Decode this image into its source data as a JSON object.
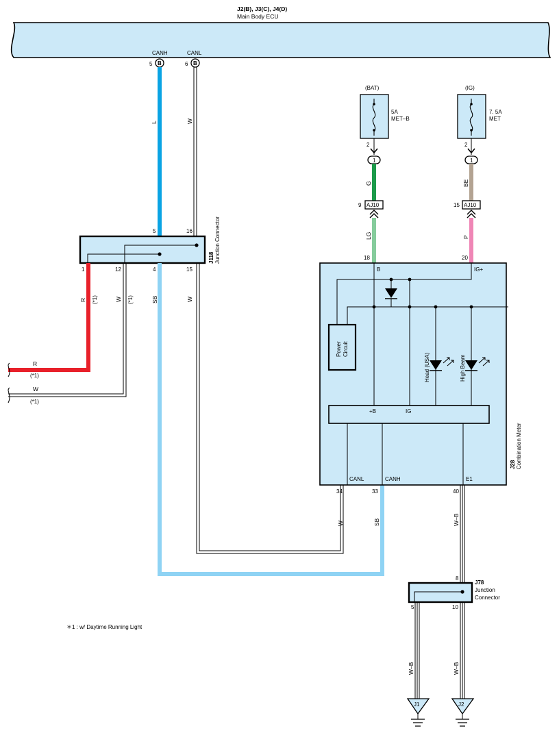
{
  "ecu": {
    "connectors": "J2(B), J3(C), J4(D)",
    "name": "Main Body ECU"
  },
  "ecu_pins": [
    {
      "pin": "5",
      "conn": "B",
      "signal": "CANH"
    },
    {
      "pin": "6",
      "conn": "B",
      "signal": "CANL"
    }
  ],
  "wires": {
    "canh_top": "L",
    "canl_top": "W",
    "g": "G",
    "be": "BE",
    "lg": "LG",
    "p": "P",
    "r": "R",
    "w1": "W",
    "sb1": "SB",
    "w2": "W",
    "r_left": "R",
    "w_left": "W",
    "w_bottom": "W",
    "sb_bottom": "SB",
    "wb_e1": "W–B",
    "wb_j1": "W–B",
    "wb_j2": "W–B"
  },
  "variant": {
    "mark": "(*1)",
    "note": "＊1 : w/ Daytime Running Light"
  },
  "fuses": [
    {
      "source": "(BAT)",
      "rating": "5A",
      "name": "MET–B",
      "pin": "2",
      "conn_pin": "1"
    },
    {
      "source": "(IG)",
      "rating": "7. 5A",
      "name": "MET",
      "pin": "2",
      "conn_pin": "1"
    }
  ],
  "aj10": [
    {
      "pin": "9",
      "name": "AJ10"
    },
    {
      "pin": "15",
      "name": "AJ10"
    }
  ],
  "j118": {
    "id": "J118",
    "name": "Junction Connector",
    "top_pins": [
      "5",
      "16"
    ],
    "bottom_pins": [
      "1",
      "12",
      "4",
      "15"
    ]
  },
  "j28": {
    "id": "J28",
    "name": "Combination Meter",
    "top_pins": [
      {
        "pin": "18",
        "label": "B"
      },
      {
        "pin": "20",
        "label": "IG+"
      }
    ],
    "bottom_pins": [
      {
        "pin": "34",
        "label": "CANL"
      },
      {
        "pin": "33",
        "label": "CANH"
      },
      {
        "pin": "40",
        "label": "E1"
      }
    ],
    "power_circuit": [
      "Power",
      "Circuit"
    ],
    "led_head": "Head (USA)",
    "led_high": "High Beam",
    "bus_b": "+B",
    "bus_ig": "IG"
  },
  "j78": {
    "id": "J78",
    "name_line1": "Junction",
    "name_line2": "Connector",
    "top_pin": "8",
    "bottom_pins": [
      "5",
      "10"
    ]
  },
  "grounds": [
    "J1",
    "J2"
  ],
  "colors": {
    "box_fill": "#cce9f8",
    "wire_L": "#0aa4e4",
    "wire_SB": "#8fd3f4",
    "wire_G": "#1c9a4a",
    "wire_LG": "#86cc9c",
    "wire_BE": "#b3a392",
    "wire_P": "#ef86b6",
    "wire_R": "#e8202a"
  }
}
